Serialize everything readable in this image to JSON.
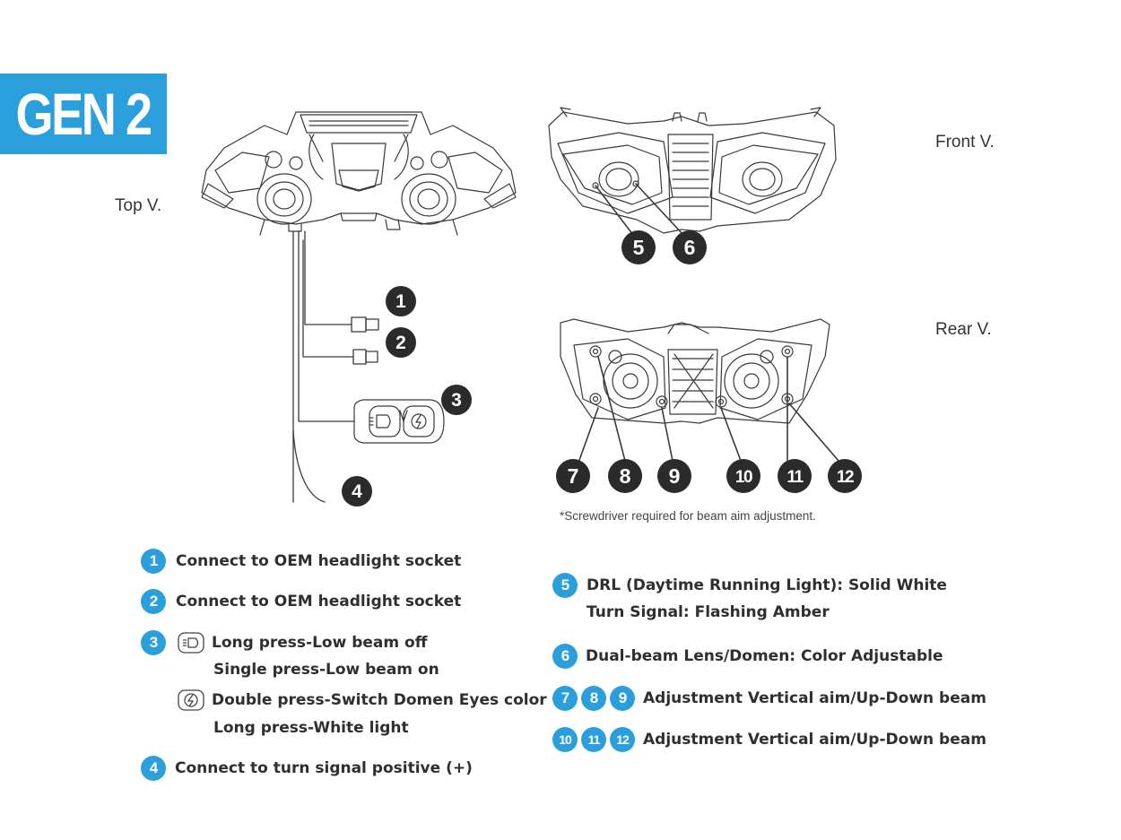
{
  "banner": {
    "title": "GEN 2"
  },
  "views": {
    "top": "Top V.",
    "front": "Front V.",
    "rear": "Rear V."
  },
  "callouts": [
    "1",
    "2",
    "3",
    "4",
    "5",
    "6",
    "7",
    "8",
    "9",
    "10",
    "11",
    "12"
  ],
  "note": "*Screwdriver required for beam aim adjustment.",
  "legend": {
    "item1": {
      "num": "1",
      "text": "Connect to OEM headlight socket"
    },
    "item2": {
      "num": "2",
      "text": "Connect to OEM headlight socket"
    },
    "item3": {
      "num": "3",
      "line1": "Long press-Low beam off",
      "line2": "Single press-Low beam on",
      "line3": "Double press-Switch Domen Eyes color",
      "line4": "Long press-White light"
    },
    "item4": {
      "num": "4",
      "text": "Connect to turn signal positive (+)"
    },
    "item5": {
      "num": "5",
      "line1": "DRL (Daytime Running Light): Solid White",
      "line2": "Turn Signal: Flashing Amber"
    },
    "item6": {
      "num": "6",
      "text": "Dual-beam Lens/Domen: Color Adjustable"
    },
    "item789": {
      "nums": [
        "7",
        "8",
        "9"
      ],
      "text": "Adjustment Vertical aim/Up-Down beam"
    },
    "item101112": {
      "nums": [
        "10",
        "11",
        "12"
      ],
      "text": "Adjustment Vertical aim/Up-Down beam"
    }
  },
  "colors": {
    "accent": "#2a9fdb",
    "callout_fill": "#2b2b2b",
    "line": "#3a3a3a"
  }
}
